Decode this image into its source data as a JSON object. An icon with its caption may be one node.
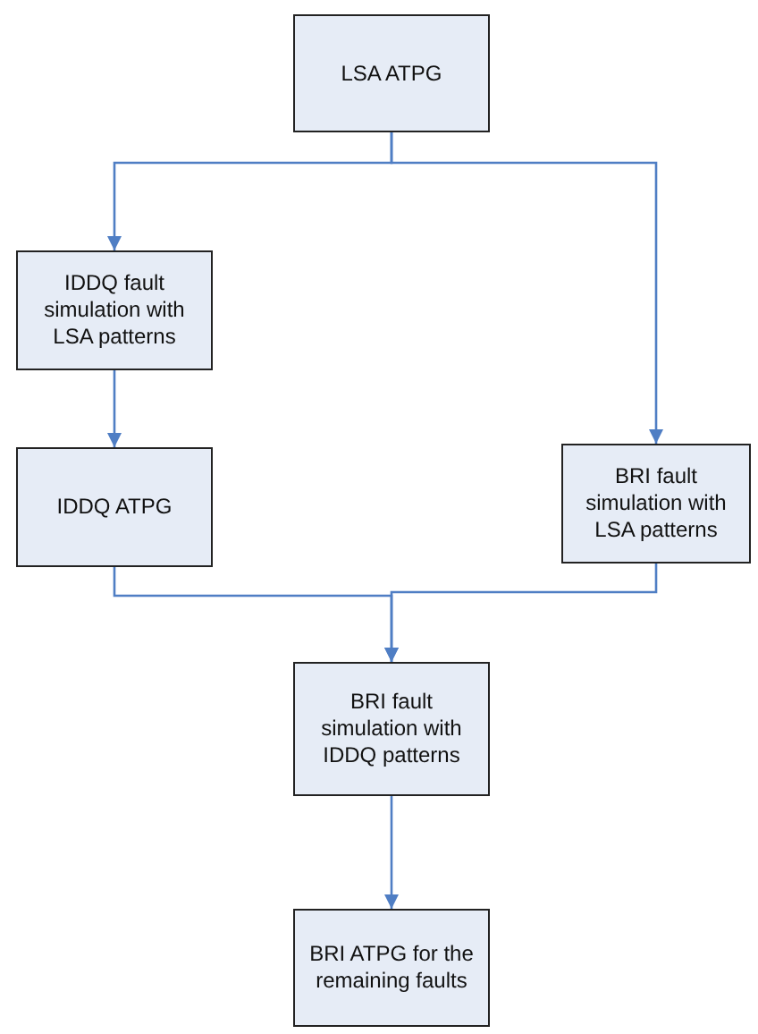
{
  "diagram": {
    "nodes": [
      {
        "text": [
          "LSA ATPG"
        ]
      },
      {
        "text": [
          "IDDQ fault simulation with LSA patterns"
        ]
      },
      {
        "text": [
          "IDDQ ATPG"
        ]
      },
      {
        "text": [
          "BRI fault simulation with LSA patterns"
        ]
      },
      {
        "text": [
          "BRI fault simulation with IDDQ patterns"
        ]
      },
      {
        "text": [
          "BRI ATPG for the remaining faults"
        ]
      }
    ],
    "edges": [
      {
        "from": 0,
        "to": 1,
        "arrow": "to"
      },
      {
        "from": 0,
        "to": 3,
        "arrow": "to"
      },
      {
        "from": 1,
        "to": 2,
        "arrow": "to"
      },
      {
        "from": 2,
        "to": 4,
        "arrow": "to"
      },
      {
        "from": 3,
        "to": 4,
        "arrow": "to"
      },
      {
        "from": 4,
        "to": 5,
        "arrow": "to"
      }
    ]
  }
}
